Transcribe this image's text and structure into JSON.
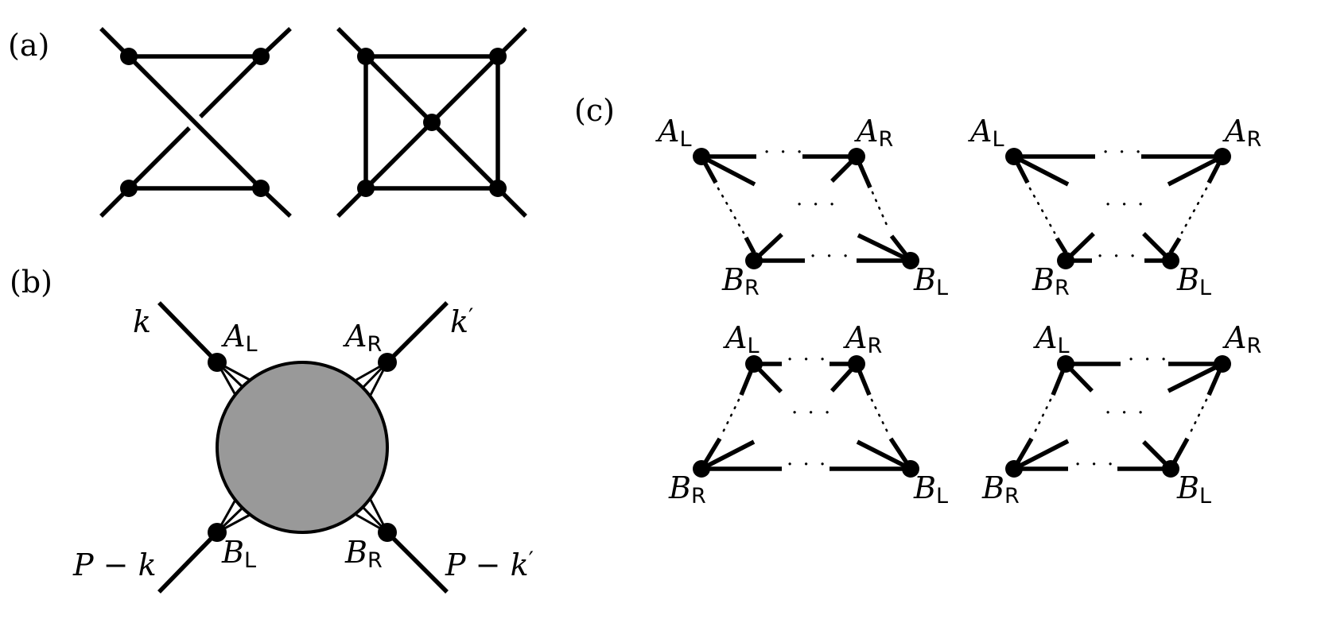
{
  "panels": {
    "a": {
      "label": "(a)"
    },
    "b": {
      "label": "(b)",
      "leg_labels": {
        "k": "k",
        "k_prime": "k",
        "prime_mark": "′",
        "p_minus_k": "P − k",
        "p_minus_k_prime": "P − k"
      },
      "blob_fill": "#999999",
      "vertices": {
        "al": {
          "base": "A",
          "sub": "L"
        },
        "ar": {
          "base": "A",
          "sub": "R"
        },
        "bl": {
          "base": "B",
          "sub": "L"
        },
        "br": {
          "base": "B",
          "sub": "R"
        }
      }
    },
    "c": {
      "label": "(c)",
      "ellipsis": "· · ·",
      "vertices": {
        "al": {
          "base": "A",
          "sub": "L"
        },
        "ar": {
          "base": "A",
          "sub": "R"
        },
        "bl": {
          "base": "B",
          "sub": "L"
        },
        "br": {
          "base": "B",
          "sub": "R"
        }
      }
    }
  }
}
